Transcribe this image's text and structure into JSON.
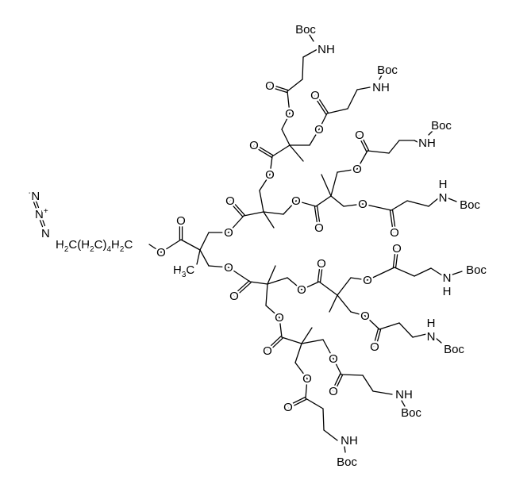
{
  "title": "Azide-terminated Boc-beta-alanine bis-MPA dendron",
  "labels": {
    "boc": "Boc",
    "nh": "NH",
    "n": "N",
    "h": "H",
    "o": "O",
    "azide_n_minus": "N",
    "azide_minus": "-",
    "azide_n_plus": "N",
    "azide_plus": "+",
    "azide_n": "N",
    "linker": [
      "H",
      "2",
      "C(H",
      "2",
      "C)",
      "4",
      "H",
      "2",
      "C"
    ],
    "methyl": [
      "H",
      "3",
      "C"
    ]
  },
  "colors": {
    "ink": "#000000",
    "background": "#ffffff"
  }
}
